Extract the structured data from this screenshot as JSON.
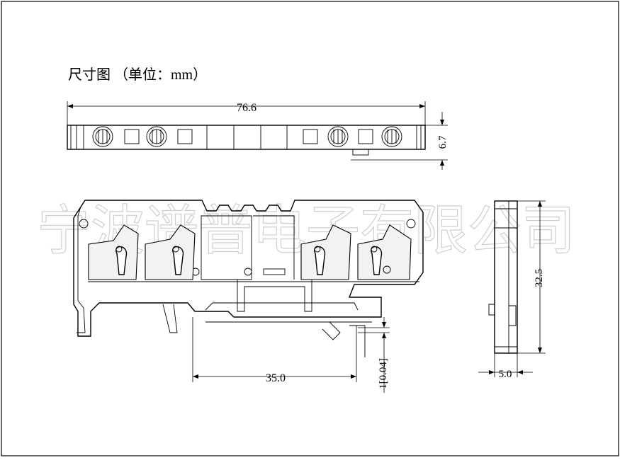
{
  "title": "尺寸图 （单位：mm）",
  "watermark": "宁波谱普电子有限公司",
  "dimensions": {
    "top_width": "76.6",
    "top_height": "6.7",
    "front_pitch": "35.0",
    "rail_offset": "1[0.04]",
    "side_height": "32.5",
    "side_width": "5.0"
  }
}
